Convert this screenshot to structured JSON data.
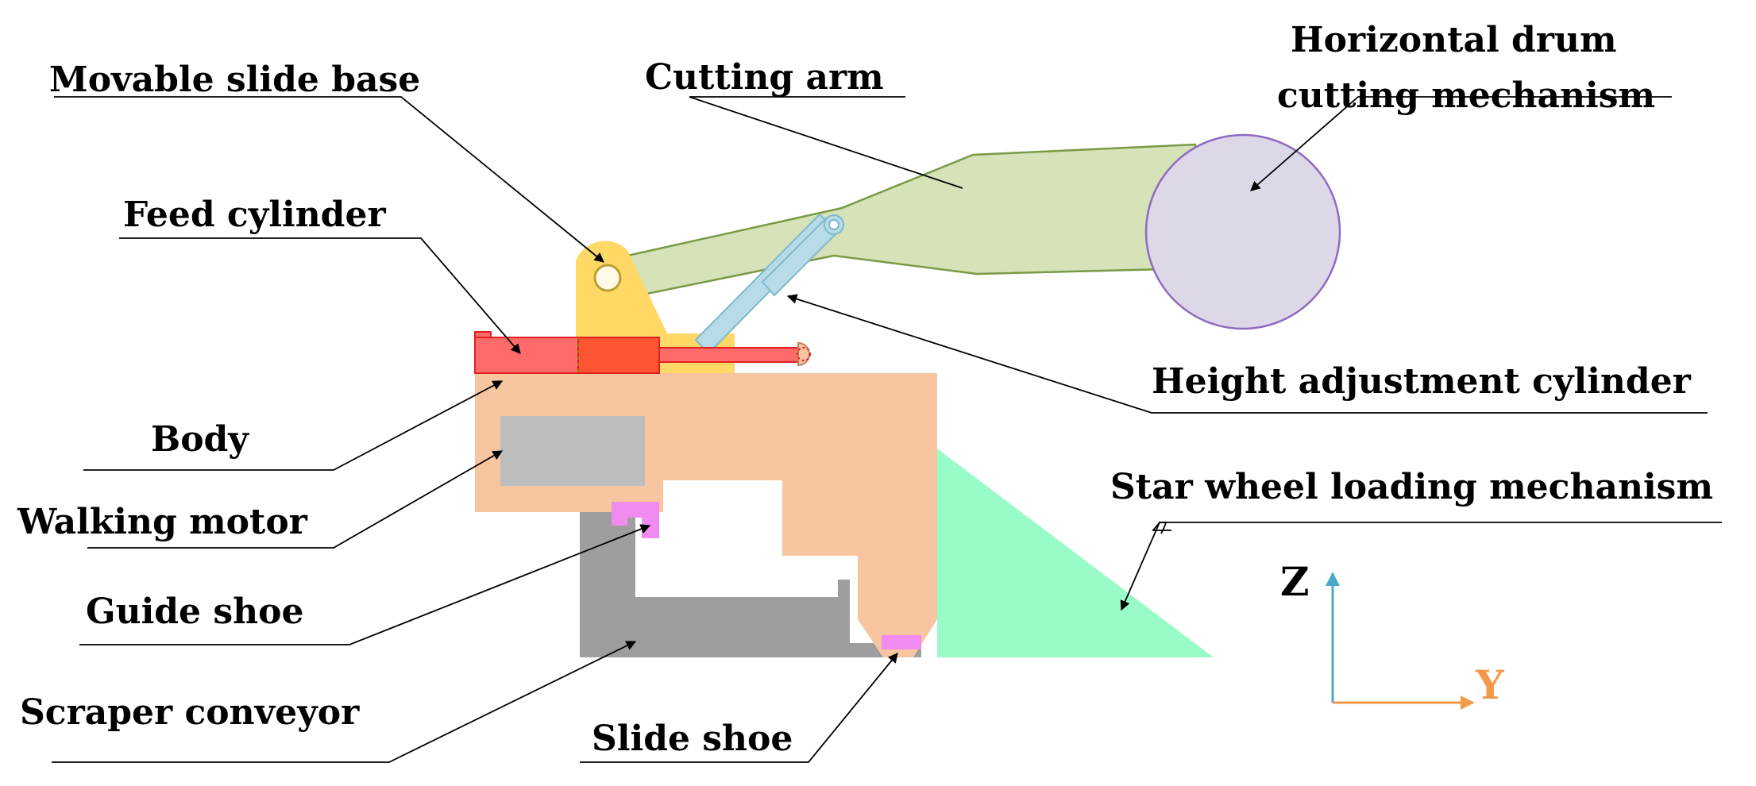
{
  "labels": {
    "movable_slide_base": "Movable slide base",
    "cutting_arm": "Cutting arm",
    "horizontal_drum_line1": "Horizontal drum",
    "horizontal_drum_line2": "cutting mechanism",
    "feed_cylinder": "Feed cylinder",
    "height_adjustment_cylinder": "Height adjustment cylinder",
    "body": "Body",
    "walking_motor": "Walking motor",
    "star_wheel_loading": "Star wheel loading mechanism",
    "guide_shoe": "Guide shoe",
    "scraper_conveyor": "Scraper conveyor",
    "slide_shoe": "Slide shoe"
  },
  "axes": {
    "z_label": "Z",
    "y_label": "Y"
  },
  "colors": {
    "body": "#f7c59f",
    "walking_motor": "#bdbdbd",
    "scraper_conveyor": "#9e9e9e",
    "cutting_arm": "#d6e2b8",
    "cutting_arm_stroke": "#7a9a45",
    "drum_fill": "#ded7e8",
    "drum_stroke": "#8e6bbf",
    "slide_base": "#ffd866",
    "feed_cylinder": "#ff6b6b",
    "feed_cylinder_stroke": "#e02020",
    "height_cylinder": "#b7dce8",
    "height_cylinder_stroke": "#7fb8cc",
    "star_wheel": "#99fcc8",
    "shoe": "#f08cf0",
    "z_axis": "#4aa8c8",
    "y_axis": "#f39a4a",
    "leader_line": "#000000"
  }
}
